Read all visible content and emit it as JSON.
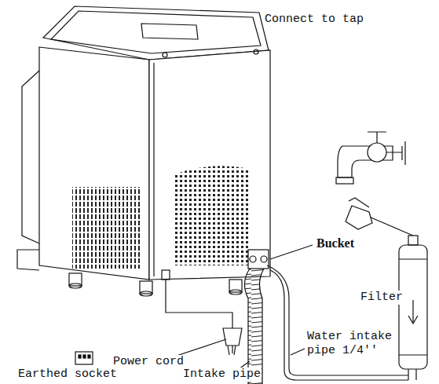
{
  "diagram": {
    "labels": [
      "Connect to tap",
      "Bucket",
      "Filter",
      "Water intake pipe 1/4''",
      "Power cord",
      "Intake pipe",
      "Earthed socket"
    ]
  }
}
